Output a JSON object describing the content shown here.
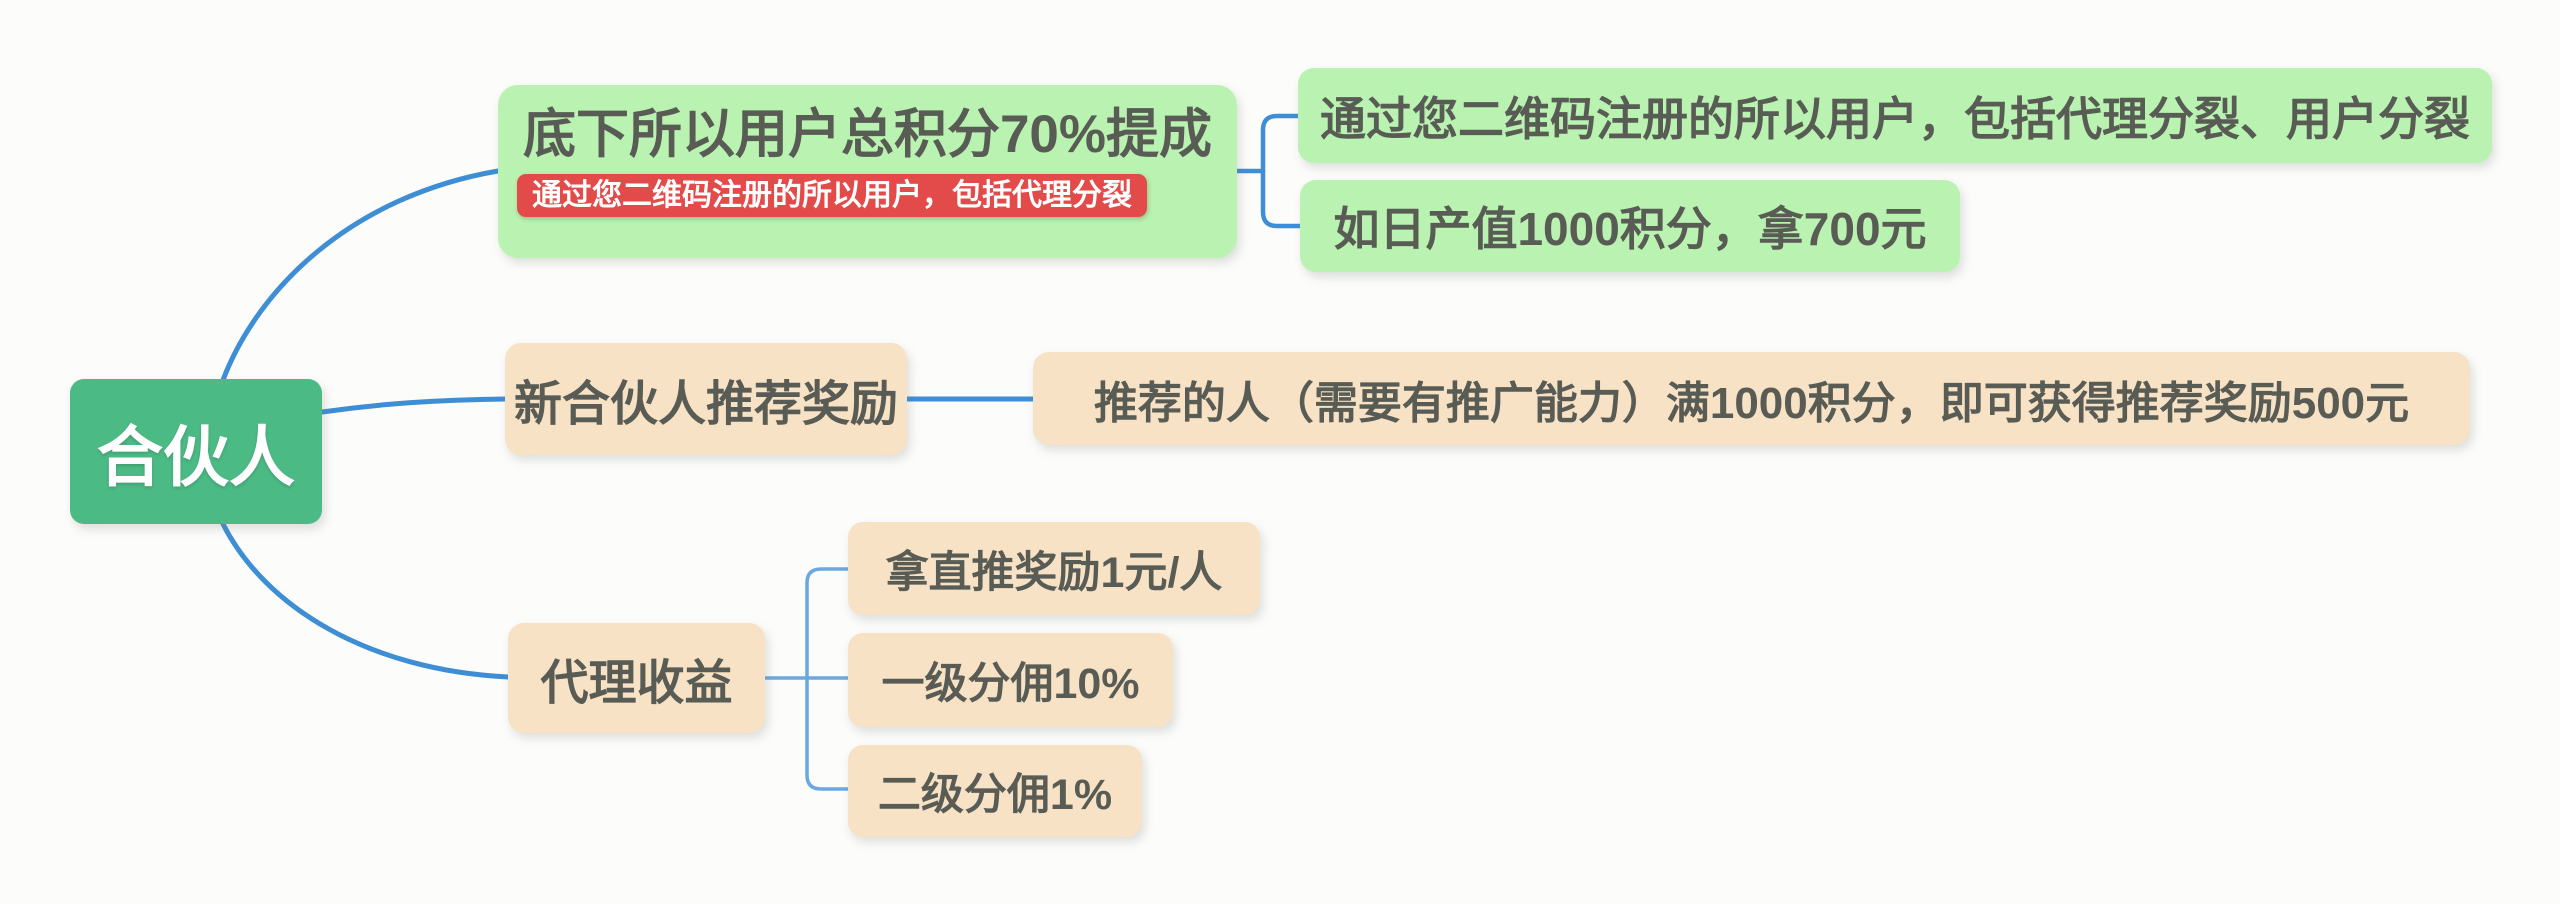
{
  "colors": {
    "canvas_bg": "#fcfcfb",
    "root_green": "#4cba85",
    "green_light": "#b9f2b1",
    "peach": "#f8e2c6",
    "red": "#e24b4a",
    "text_dark": "#585c54",
    "line_main": "#3e8ed6",
    "line_sub": "#6ba8e2"
  },
  "root": {
    "label": "合伙人"
  },
  "branches": [
    {
      "label": "底下所以用户总积分70%提成",
      "badge": "通过您二维码注册的所以用户，包括代理分裂",
      "children": [
        {
          "label": "通过您二维码注册的所以用户，包括代理分裂、用户分裂"
        },
        {
          "label": "如日产值1000积分，拿700元"
        }
      ]
    },
    {
      "label": "新合伙人推荐奖励",
      "children": [
        {
          "label": "推荐的人（需要有推广能力）满1000积分，即可获得推荐奖励500元"
        }
      ]
    },
    {
      "label": "代理收益",
      "children": [
        {
          "label": "拿直推奖励1元/人"
        },
        {
          "label": "一级分佣10%"
        },
        {
          "label": "二级分佣1%"
        }
      ]
    }
  ]
}
